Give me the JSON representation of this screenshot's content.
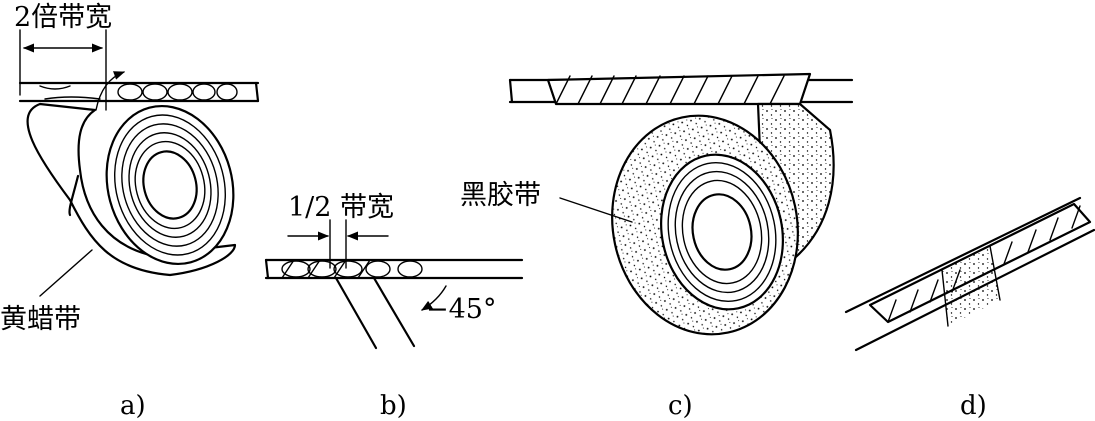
{
  "panels": [
    {
      "caption": "a)",
      "labels": {
        "width_note": "2倍带宽",
        "tape_name": "黄蜡带"
      }
    },
    {
      "caption": "b)",
      "labels": {
        "width_note": "1/2 带宽",
        "angle": "45°"
      }
    },
    {
      "caption": "c)",
      "labels": {
        "tape_name": "黑胶带"
      }
    },
    {
      "caption": "d)",
      "labels": {}
    }
  ],
  "colors": {
    "ink": "#000000",
    "paper": "#ffffff"
  }
}
